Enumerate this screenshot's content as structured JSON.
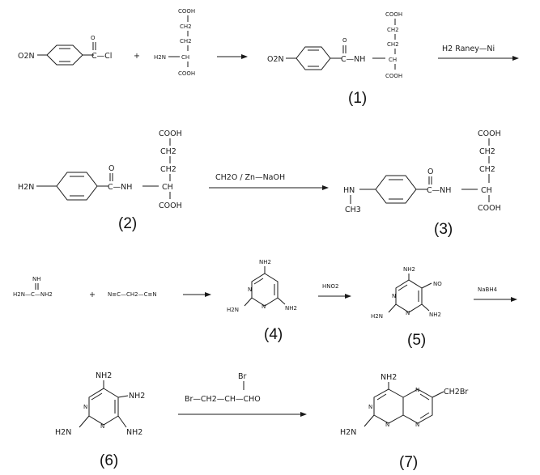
{
  "scheme": {
    "row1": {
      "reactant_a": {
        "group": "O2N",
        "acyl": "O",
        "cl": "C—Cl"
      },
      "reactant_b": {
        "cooh_top": "COOH",
        "ch2_a": "CH2",
        "ch2_b": "CH2",
        "nh2": "H2N",
        "ch": "CH",
        "cooh_bottom": "COOH"
      },
      "plus": "+",
      "product": {
        "group": "O2N",
        "carbonyl_o": "O",
        "link": "C—NH",
        "cooh_top": "COOH",
        "ch2_a": "CH2",
        "ch2_b": "CH2",
        "ch": "CH",
        "cooh_bottom": "COOH",
        "caption": "(1)"
      },
      "reagent": "H2   Raney—Ni"
    },
    "row2": {
      "compound2": {
        "group": "H2N",
        "carbonyl_o": "O",
        "link": "C—NH",
        "cooh_top": "COOH",
        "ch2_a": "CH2",
        "ch2_b": "CH2",
        "ch": "CH",
        "cooh_bottom": "COOH",
        "caption": "(2)"
      },
      "reagent": "CH2O / Zn—NaOH",
      "compound3": {
        "hn": "HN",
        "methyl": "CH3",
        "carbonyl_o": "O",
        "link": "C—NH",
        "cooh_top": "COOH",
        "ch2_a": "CH2",
        "ch2_b": "CH2",
        "ch": "CH",
        "cooh_bottom": "COOH",
        "caption": "(3)"
      }
    },
    "row3": {
      "guanidine": {
        "nh": "NH",
        "text": "H2N—C—NH2"
      },
      "plus": "+",
      "malononitrile": "N≡C—CH2—C≡N",
      "compound4": {
        "nh2_top": "NH2",
        "nh2_left": "H2N",
        "nh2_right": "NH2",
        "n1": "N",
        "n2": "N",
        "caption": "(4)"
      },
      "reagent_hno2": "HNO2",
      "compound5": {
        "nh2_top": "NH2",
        "no": "NO",
        "nh2_left": "H2N",
        "nh2_right": "NH2",
        "n1": "N",
        "n2": "N",
        "caption": "(5)"
      },
      "reagent_nabh4": "NaBH4"
    },
    "row4": {
      "compound6": {
        "nh2_top": "NH2",
        "nh2_5": "NH2",
        "nh2_left": "H2N",
        "nh2_right": "NH2",
        "n1": "N",
        "n2": "N",
        "caption": "(6)"
      },
      "reagent": {
        "br_top": "Br",
        "chain": "Br—CH2—CH—CHO"
      },
      "compound7": {
        "nh2_top": "NH2",
        "nh2_left": "H2N",
        "ch2br": "CH2Br",
        "n1": "N",
        "n3": "N",
        "n5": "N",
        "n8": "N",
        "caption": "(7)"
      }
    }
  }
}
